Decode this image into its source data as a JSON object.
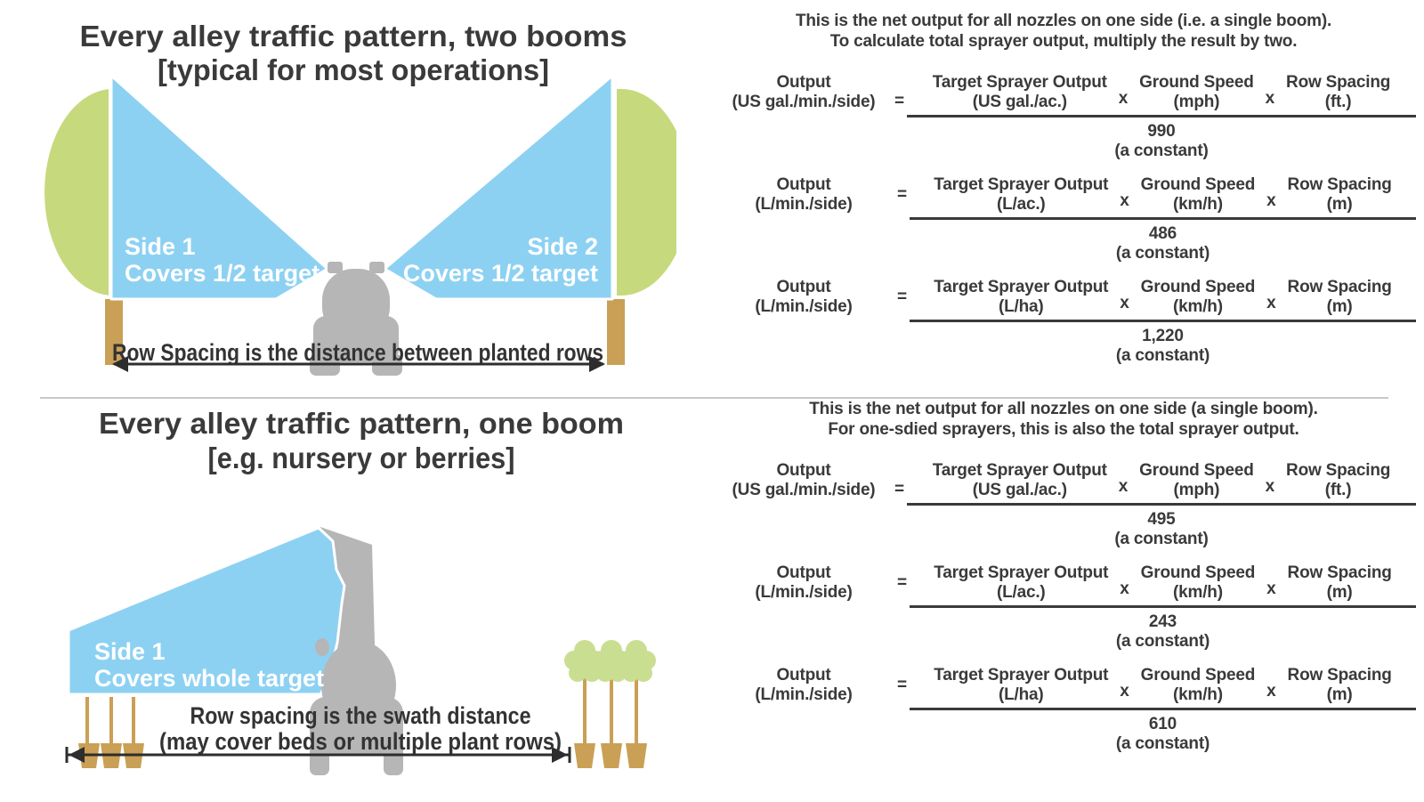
{
  "colors": {
    "spray_blue": "#8dd1f2",
    "tree_green": "#c7d97d",
    "small_tree_green": "#cade92",
    "trunk_brown": "#c9a055",
    "tractor_gray": "#b6b6b6",
    "text_dark": "#3a3a3a",
    "arrow_black": "#2d2d2d"
  },
  "top_left": {
    "title_line1": "Every alley traffic pattern, two booms",
    "title_line2": "[typical for most operations]",
    "fan1_label": "Side 1",
    "fan1_sublabel": "Covers 1/2 target",
    "fan2_label": "Side 2",
    "fan2_sublabel": "Covers 1/2 target",
    "caption": "Row Spacing is the distance between planted rows"
  },
  "top_right": {
    "header_line1": "This is the net output for all nozzles on one side (i.e. a single boom).",
    "header_line2": "To calculate total sprayer output, multiply the result by two.",
    "formulas": [
      {
        "lhs1": "Output",
        "lhs2": "(US gal./min./side)",
        "eq": "=",
        "times": "x",
        "num": [
          {
            "l1": "Target Sprayer Output",
            "l2": "(US gal./ac.)"
          },
          {
            "l1": "Ground Speed",
            "l2": "(mph)"
          },
          {
            "l1": "Row Spacing",
            "l2": "(ft.)"
          }
        ],
        "den1": "990",
        "den2": "(a constant)"
      },
      {
        "lhs1": "Output",
        "lhs2": "(L/min./side)",
        "eq": "=",
        "times": "x",
        "num": [
          {
            "l1": "Target Sprayer Output",
            "l2": "(L/ac.)"
          },
          {
            "l1": "Ground Speed",
            "l2": "(km/h)"
          },
          {
            "l1": "Row Spacing",
            "l2": "(m)"
          }
        ],
        "den1": "486",
        "den2": "(a constant)"
      },
      {
        "lhs1": "Output",
        "lhs2": "(L/min./side)",
        "eq": "=",
        "times": "x",
        "num": [
          {
            "l1": "Target Sprayer Output",
            "l2": "(L/ha)"
          },
          {
            "l1": "Ground Speed",
            "l2": "(km/h)"
          },
          {
            "l1": "Row Spacing",
            "l2": "(m)"
          }
        ],
        "den1": "1,220",
        "den2": "(a constant)"
      }
    ]
  },
  "bottom_left": {
    "title_line1": "Every alley traffic pattern, one boom",
    "title_line2": "[e.g. nursery or berries]",
    "fan1_label": "Side 1",
    "fan1_sublabel": "Covers whole target",
    "caption_line1": "Row spacing is the swath distance",
    "caption_line2": "(may cover beds or multiple plant rows)"
  },
  "bottom_right": {
    "header_line1": "This is the net output for all nozzles on one side (a single boom).",
    "header_line2": "For one-sdied sprayers, this is also the total sprayer output.",
    "formulas": [
      {
        "lhs1": "Output",
        "lhs2": "(US gal./min./side)",
        "eq": "=",
        "times": "x",
        "num": [
          {
            "l1": "Target Sprayer Output",
            "l2": "(US gal./ac.)"
          },
          {
            "l1": "Ground Speed",
            "l2": "(mph)"
          },
          {
            "l1": "Row Spacing",
            "l2": "(ft.)"
          }
        ],
        "den1": "495",
        "den2": "(a constant)"
      },
      {
        "lhs1": "Output",
        "lhs2": "(L/min./side)",
        "eq": "=",
        "times": "x",
        "num": [
          {
            "l1": "Target Sprayer Output",
            "l2": "(L/ac.)"
          },
          {
            "l1": "Ground Speed",
            "l2": "(km/h)"
          },
          {
            "l1": "Row Spacing",
            "l2": "(m)"
          }
        ],
        "den1": "243",
        "den2": "(a constant)"
      },
      {
        "lhs1": "Output",
        "lhs2": "(L/min./side)",
        "eq": "=",
        "times": "x",
        "num": [
          {
            "l1": "Target Sprayer Output",
            "l2": "(L/ha)"
          },
          {
            "l1": "Ground Speed",
            "l2": "(km/h)"
          },
          {
            "l1": "Row Spacing",
            "l2": "(m)"
          }
        ],
        "den1": "610",
        "den2": "(a constant)"
      }
    ]
  }
}
